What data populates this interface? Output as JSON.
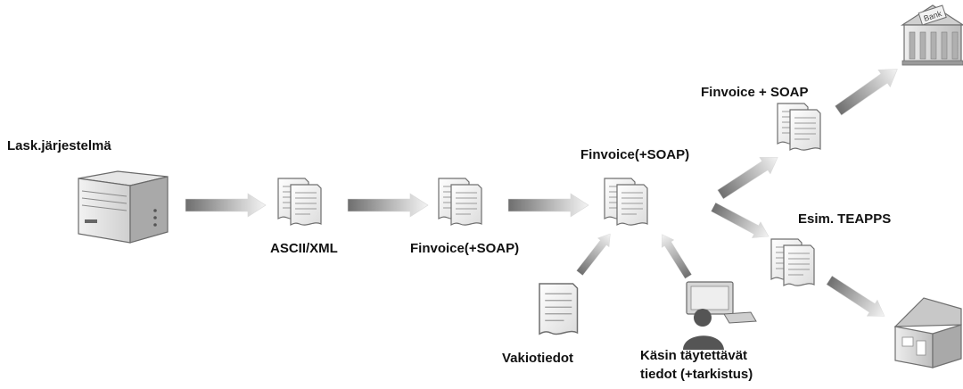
{
  "diagram": {
    "labels": {
      "system": "Lask.järjestelmä",
      "ascii_xml": "ASCII/XML",
      "finvoice_soap_mid": "Finvoice(+SOAP)",
      "finvoice_soap_center": "Finvoice(+SOAP)",
      "finvoice_plus_soap_top": "Finvoice + SOAP",
      "esim_teapps": "Esim. TEAPPS",
      "vakiotiedot": "Vakiotiedot",
      "manual_line1": "Käsin täytettävät",
      "manual_line2": "tiedot (+tarkistus)"
    },
    "icons": {
      "bank_sign": "Bank"
    }
  }
}
